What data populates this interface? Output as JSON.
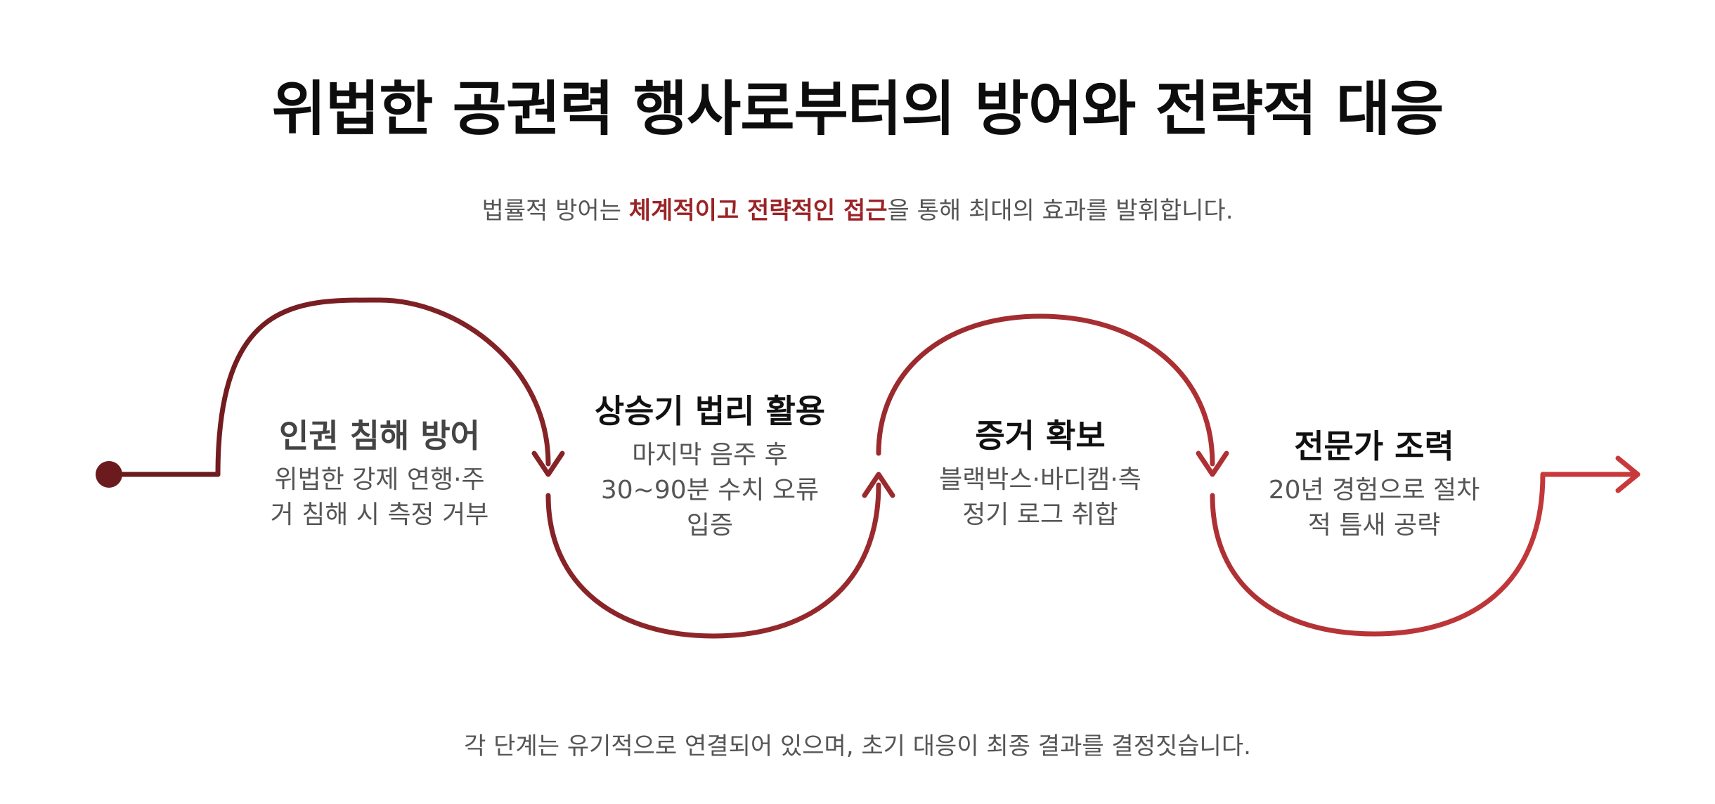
{
  "title": "위법한 공권력 행사로부터의 방어와 전략적 대응",
  "subtitle": {
    "before": "법률적 방어는 ",
    "highlight": "체계적이고 전략적인 접근",
    "after": "을 통해 최대의 효과를 발휘합니다."
  },
  "steps": [
    {
      "title": "인권 침해 방어",
      "lines": [
        "위법한 강제 연행·주",
        "거 침해 시 측정 거부"
      ]
    },
    {
      "title": "상승기 법리 활용",
      "lines": [
        "마지막 음주 후",
        "30~90분 수치 오류",
        "입증"
      ]
    },
    {
      "title": "증거 확보",
      "lines": [
        "블랙박스·바디캠·측",
        "정기 로그 취합"
      ]
    },
    {
      "title": "전문가 조력",
      "lines": [
        "20년 경험으로 절차",
        "적 틈새 공략"
      ]
    }
  ],
  "footer": "각 단계는 유기적으로 연결되어 있으며, 초기 대응이 최종 결과를 결정짓습니다.",
  "colors": {
    "start": "#6b1a1e",
    "end": "#c8393c",
    "highlight": "#9b2326"
  }
}
